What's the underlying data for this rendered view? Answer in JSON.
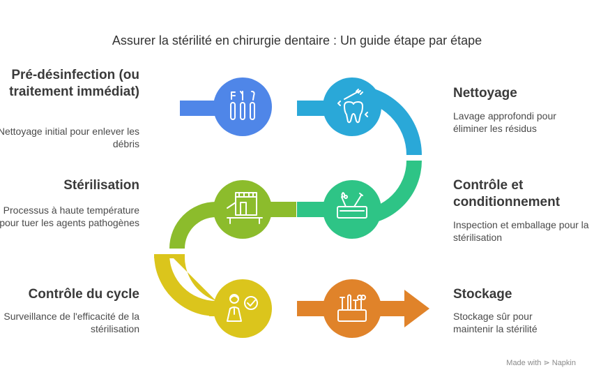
{
  "title": "Assurer la stérilité en chirurgie dentaire : Un guide étape par étape",
  "steps": [
    {
      "title": "Pré-désinfection (ou traitement immédiat)",
      "desc": "Nettoyage initial pour enlever les débris",
      "color": "#4f86e8",
      "icon": "dental-instruments-icon"
    },
    {
      "title": "Nettoyage",
      "desc": "Lavage approfondi pour éliminer les résidus",
      "color": "#2aa8d8",
      "icon": "tooth-brush-icon"
    },
    {
      "title": "Contrôle et conditionnement",
      "desc": "Inspection et emballage pour la stérilisation",
      "color": "#2ec486",
      "icon": "instrument-tray-icon"
    },
    {
      "title": "Stérilisation",
      "desc": "Processus à haute température pour tuer les agents pathogènes",
      "color": "#8cbc2c",
      "icon": "autoclave-icon"
    },
    {
      "title": "Contrôle du cycle",
      "desc": "Surveillance de l'efficacité de la stérilisation",
      "color": "#dbc51c",
      "icon": "person-check-icon"
    },
    {
      "title": "Stockage",
      "desc": "Stockage sûr pour maintenir la stérilité",
      "color": "#e0832a",
      "icon": "instrument-holder-icon"
    }
  ],
  "footer": "Made with ⋗ Napkin"
}
